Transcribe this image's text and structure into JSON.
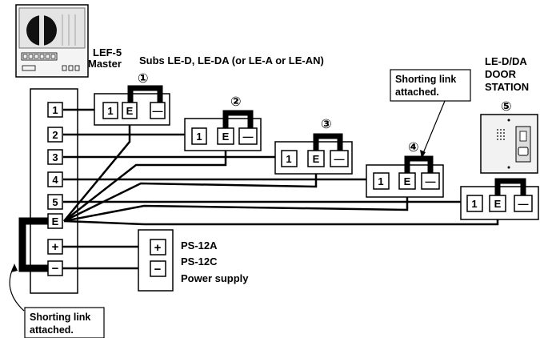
{
  "master": {
    "line1": "LEF-5",
    "line2": "Master"
  },
  "subs_label": "Subs LE-D, LE-DA (or LE-A or LE-AN)",
  "door_station": {
    "line1": "LE-D/DA",
    "line2": "DOOR",
    "line3": "STATION"
  },
  "circle_numbers": [
    "①",
    "②",
    "③",
    "④",
    "⑤"
  ],
  "master_terminals": [
    "1",
    "2",
    "3",
    "4",
    "5",
    "E",
    "+",
    "−"
  ],
  "sub_terminals": [
    "1",
    "E",
    "—"
  ],
  "shorting_callout_top": {
    "line1": "Shorting link",
    "line2": "attached."
  },
  "shorting_callout_bottom": {
    "line1": "Shorting link",
    "line2": "attached."
  },
  "power": {
    "terminals": [
      "+",
      "−"
    ],
    "line1": "PS-12A",
    "line2": "PS-12C",
    "line3": "Power supply"
  }
}
